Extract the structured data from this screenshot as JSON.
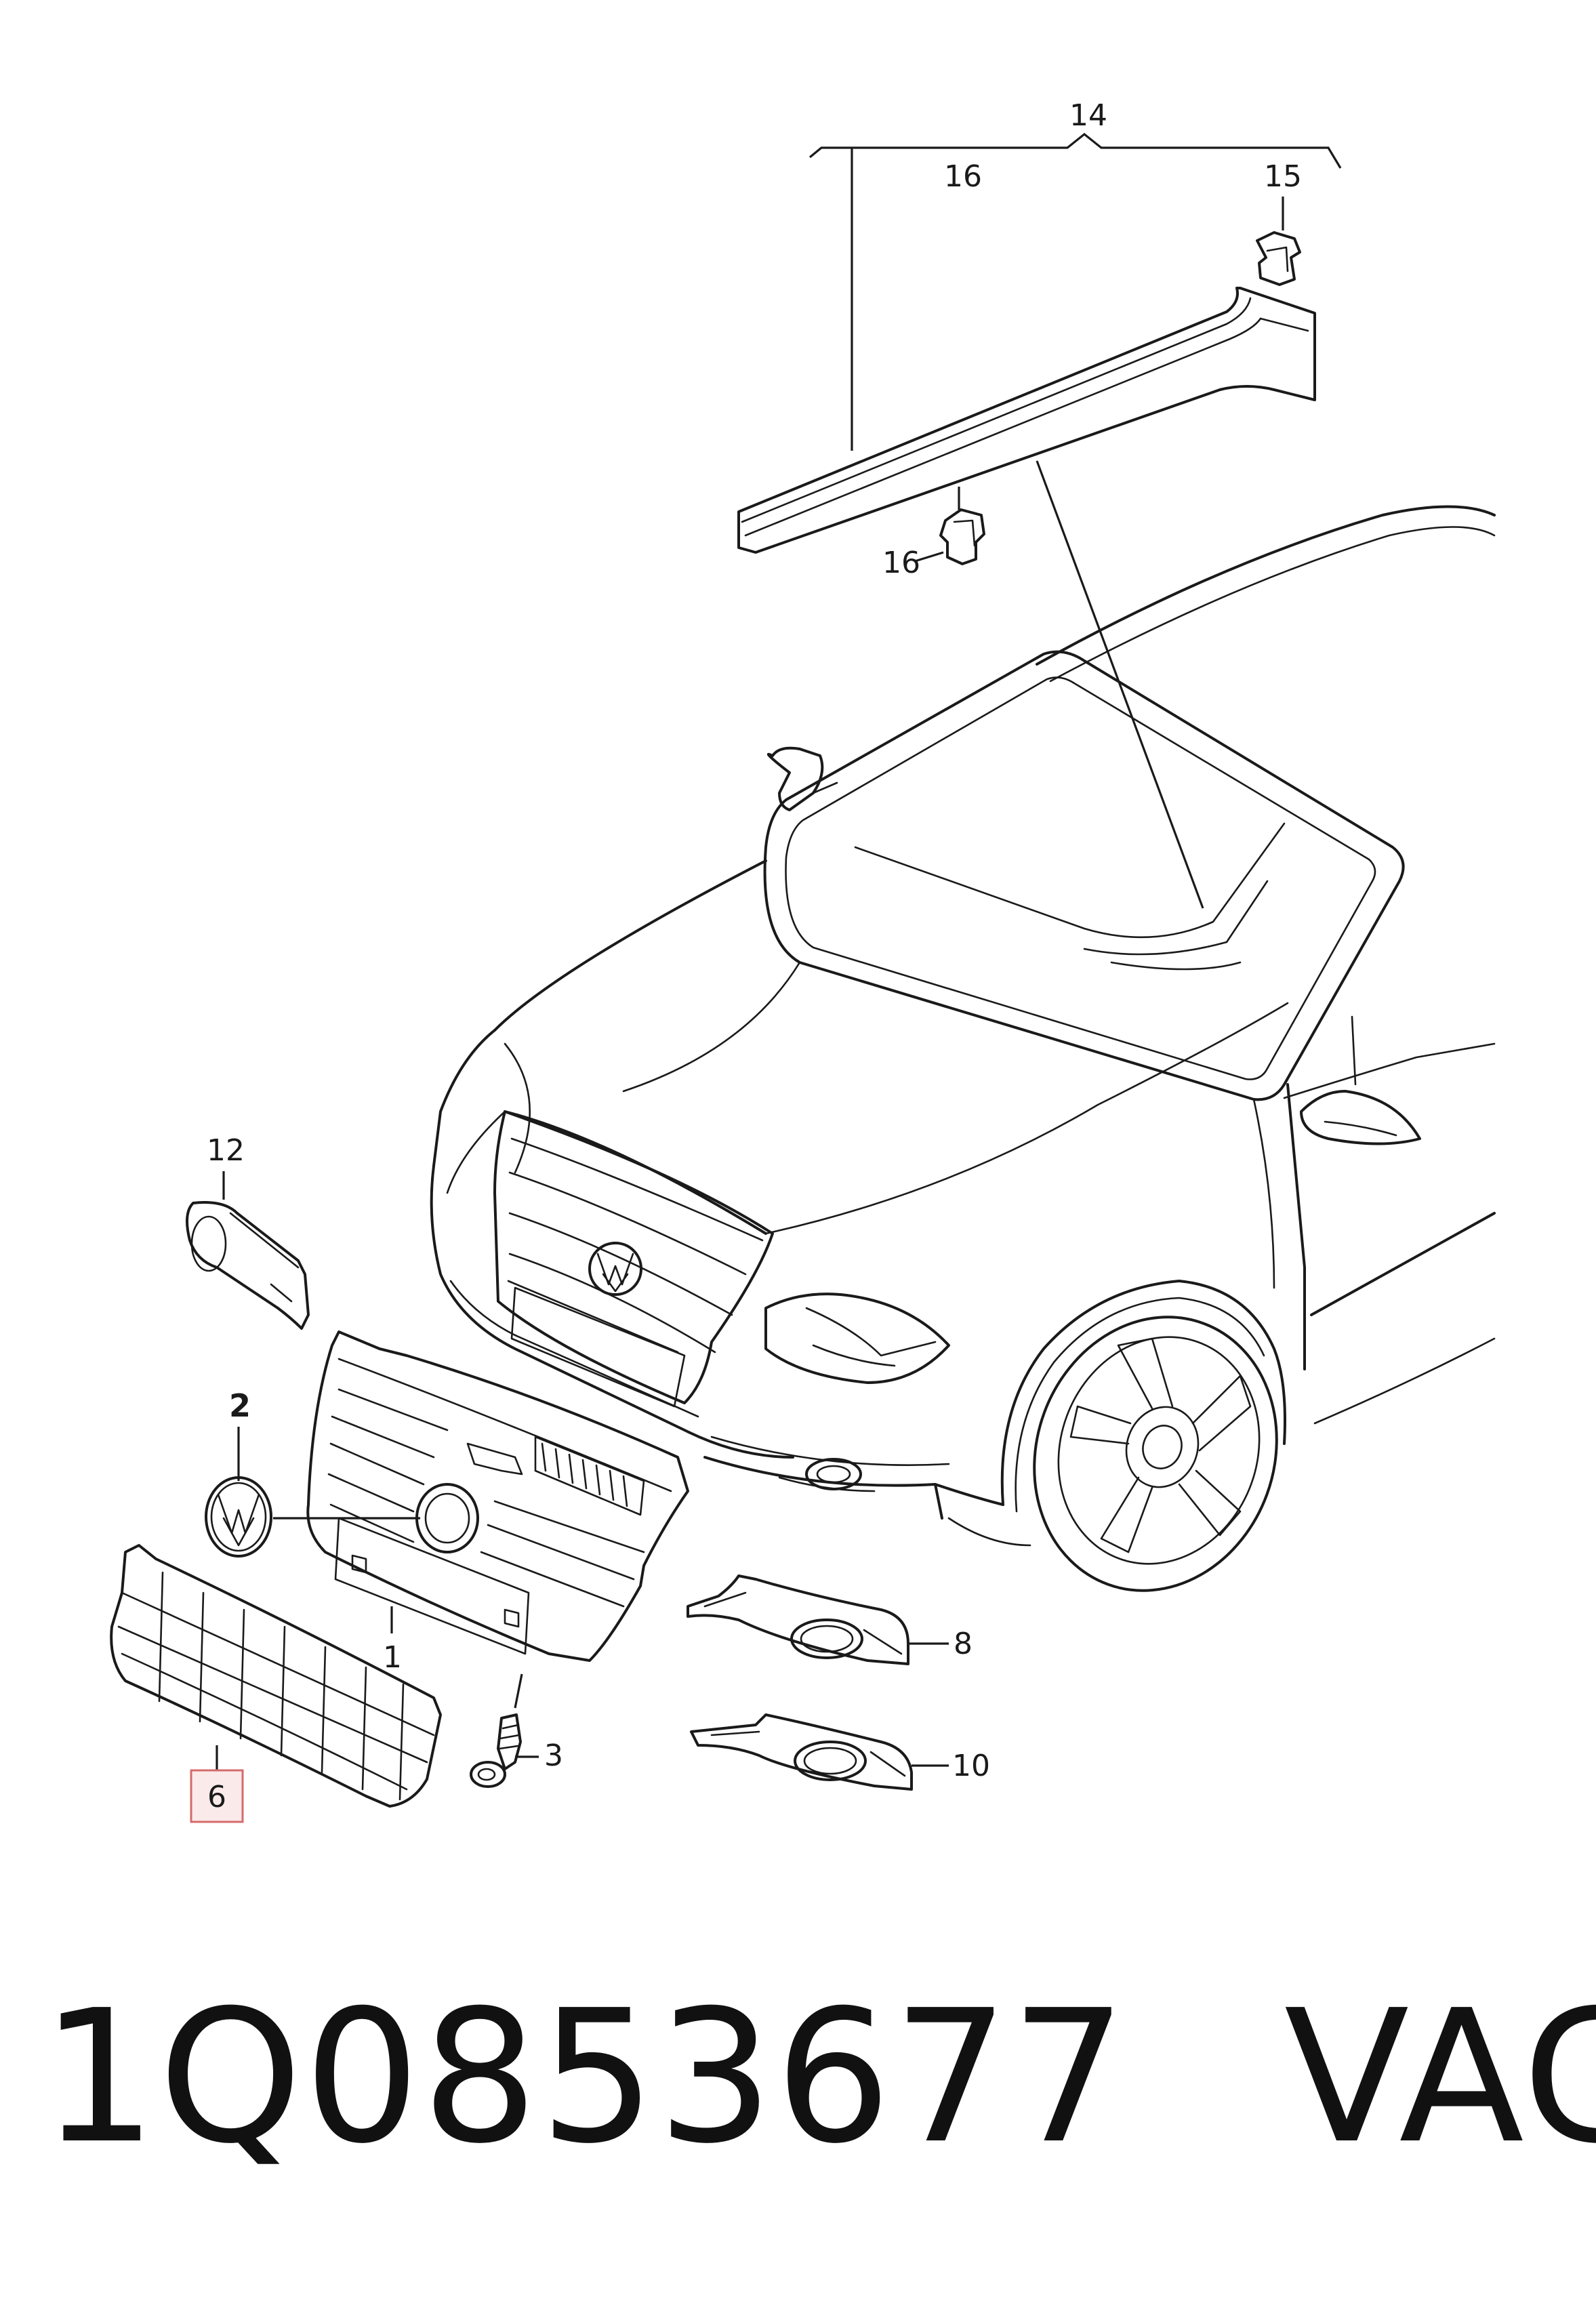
{
  "callouts": {
    "c1": "1",
    "c2": "2",
    "c3": "3",
    "c6": "6",
    "c8": "8",
    "c10": "10",
    "c12": "12",
    "c14": "14",
    "c15": "15",
    "c16_top": "16",
    "c16_clip": "16"
  },
  "highlighted_part": "6",
  "footer": {
    "part_number": "1Q0853677",
    "brand": "VAG"
  },
  "colors": {
    "line": "#1a1a1a",
    "highlight_fill": "#fbeaea",
    "highlight_stroke": "#d66b6b"
  }
}
